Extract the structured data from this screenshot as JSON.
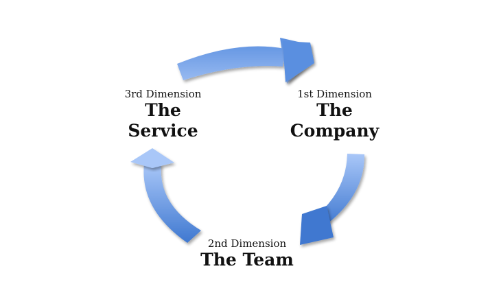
{
  "colors": {
    "arrow_light": "#a9c7f8",
    "arrow_dark": "#4a80d4",
    "background": "#ffffff"
  },
  "nodes": {
    "company": {
      "dimension": "1st Dimension",
      "title_line1": "The",
      "title_line2": "Company"
    },
    "team": {
      "dimension": "2nd Dimension",
      "title": "The Team"
    },
    "service": {
      "dimension": "3rd Dimension",
      "title_line1": "The",
      "title_line2": "Service"
    }
  }
}
